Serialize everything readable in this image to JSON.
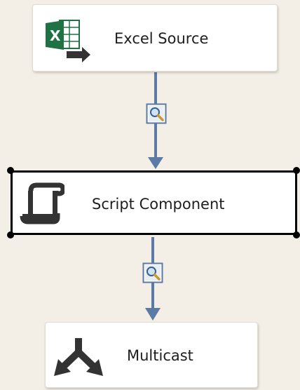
{
  "components": {
    "excel_source": {
      "label": "Excel Source",
      "icon": "excel-source-icon"
    },
    "script_component": {
      "label": "Script Component",
      "icon": "script-icon",
      "selected": true
    },
    "multicast": {
      "label": "Multicast",
      "icon": "multicast-icon"
    }
  },
  "paths": [
    {
      "from": "Excel Source",
      "to": "Script Component",
      "data_viewer_icon": "data-viewer-magnifier-icon"
    },
    {
      "from": "Script Component",
      "to": "Multicast",
      "data_viewer_icon": "data-viewer-magnifier-icon"
    }
  ],
  "colors": {
    "canvas_background": "#f3efe6",
    "connector": "#5b7aa6",
    "excel_green": "#1f7244",
    "selection_border": "#000000"
  }
}
